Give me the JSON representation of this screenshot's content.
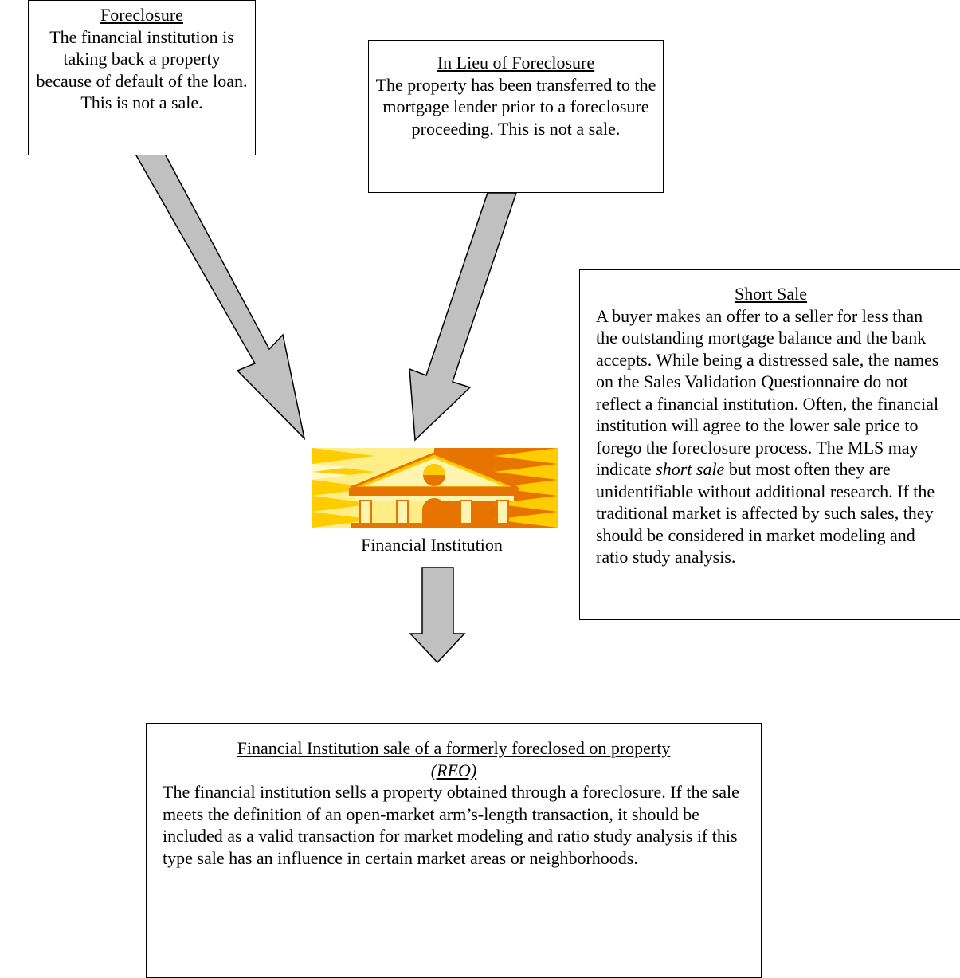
{
  "foreclosure": {
    "title": "Foreclosure",
    "body": "The financial institution is taking back a property because of default of the loan. This is not a sale."
  },
  "in_lieu": {
    "title": "In Lieu of Foreclosure",
    "body": "The property has been transferred to the mortgage lender prior to a foreclosure proceeding. This is not a sale."
  },
  "short_sale": {
    "title": "Short Sale",
    "body_before_em1": "A buyer makes an offer to a seller for less than the outstanding mortgage balance and the bank accepts.  While being a distressed sale, the names on the Sales Validation Questionnaire do not reflect a financial institution.  Often, the financial institution will agree to the lower sale price to forego the foreclosure process.  The MLS may indicate ",
    "em1": "short sale",
    "body_after_em1": " but most often they are unidentifiable without additional research.  If the traditional market is affected by such sales, they should be considered in market modeling and ratio study analysis."
  },
  "bank": {
    "caption": "Financial Institution",
    "icon": "bank-building-icon",
    "colors": {
      "light": "#ffffcc",
      "yellow": "#ffcc00",
      "orange": "#e87400",
      "cream": "#fff4b0"
    }
  },
  "reo": {
    "title": "Financial Institution sale of a formerly foreclosed on property",
    "subtitle": "(REO)",
    "body": "The financial institution sells a property obtained through a foreclosure.  If the sale meets the definition of an open-market arm’s-length transaction, it should be included as a valid transaction for market modeling and ratio study analysis if this type sale has an influence in certain market areas or neighborhoods."
  },
  "arrow_color": "#c0c0c0"
}
